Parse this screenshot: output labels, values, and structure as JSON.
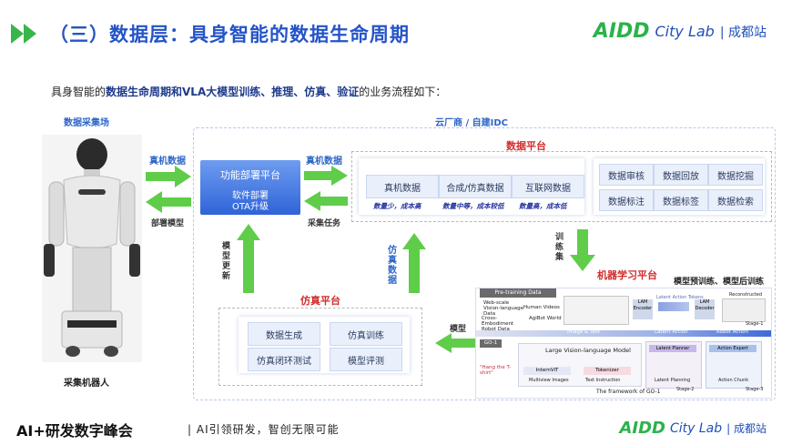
{
  "header": {
    "title": "（三）数据层：具身智能的数据生命周期",
    "logo_brand": "AIDD",
    "logo_sub": "City Lab",
    "logo_site": "| 成都站"
  },
  "intro": {
    "prefix": "具身智能的",
    "bold": "数据生命周期和VLA大模型训练、推理、仿真、验证",
    "suffix": "的业务流程如下："
  },
  "labels": {
    "data_collection_site": "数据采集场",
    "cloud": "云厂商 / 自建IDC",
    "data_platform": "数据平台",
    "ml_platform": "机器学习平台",
    "sim_platform": "仿真平台",
    "collect_robot": "采集机器人",
    "real_data_left": "真机数据",
    "deploy_model": "部署模型",
    "real_data_right": "真机数据",
    "collect_task": "采集任务",
    "model_update": "模型更新",
    "sim_data": "仿真数据",
    "train_set": "训练集",
    "model": "模型",
    "pretrain": "模型预训练、模型后训练"
  },
  "func_platform": {
    "title": "功能部署平台",
    "line1": "软件部署",
    "line2": "OTA升级"
  },
  "data_sources": [
    {
      "label": "真机数据",
      "note": "数量少，成本高"
    },
    {
      "label": "合成/仿真数据",
      "note": "数量中等，成本较低"
    },
    {
      "label": "互联网数据",
      "note": "数量高，成本低"
    }
  ],
  "data_ops": [
    "数据审核",
    "数据回放",
    "数据挖掘",
    "数据标注",
    "数据标签",
    "数据检索"
  ],
  "sim_ops": [
    "数据生成",
    "仿真训练",
    "仿真闭环测试",
    "模型评测"
  ],
  "framework": {
    "pre_data": "Pre-training Data",
    "web": "Web-scale Vision-language Data",
    "human": "Human Videos",
    "cross": "Cross-Embodiment Robot Data",
    "agibot": "AgiBot World",
    "lam_encoder": "LAM Encoder",
    "lam_decoder": "LAM Decoder",
    "latent_tokens": "Latent Action Tokens",
    "reconstructed": "Reconstructed",
    "stage1": "Stage-1",
    "go1": "GO-1",
    "image_text": "Image & Text",
    "latent_action": "Latent Action",
    "robot_action": "Robot Action",
    "lvlm": "Large Vision-language Model",
    "internvit": "InternViT",
    "tokenizer": "Tokenizer",
    "latent_planner": "Latent Planner",
    "action_expert": "Action Expert",
    "prompt": "\"Hang the T-shirt\"",
    "multiview": "Multiview Images",
    "text_instr": "Text Instruction",
    "latent_planning": "Latent Planning",
    "action_chunk": "Action Chunk",
    "stage2": "Stage-2",
    "stage3": "Stage-3",
    "caption": "The framework of GO-1"
  },
  "footer": {
    "title": "AI+研发数字峰会",
    "subtitle": "| AI引领研发，智创无限可能",
    "logo_brand": "AIDD",
    "logo_sub": "City Lab",
    "logo_site": "| 成都站"
  },
  "colors": {
    "title_blue": "#2454c8",
    "green_arrow": "#5fcd4a",
    "red_label": "#d12a2a",
    "platform_blue": "#2f64d8",
    "logo_green": "#2bb34a",
    "logo_blue": "#1f4fb8"
  }
}
